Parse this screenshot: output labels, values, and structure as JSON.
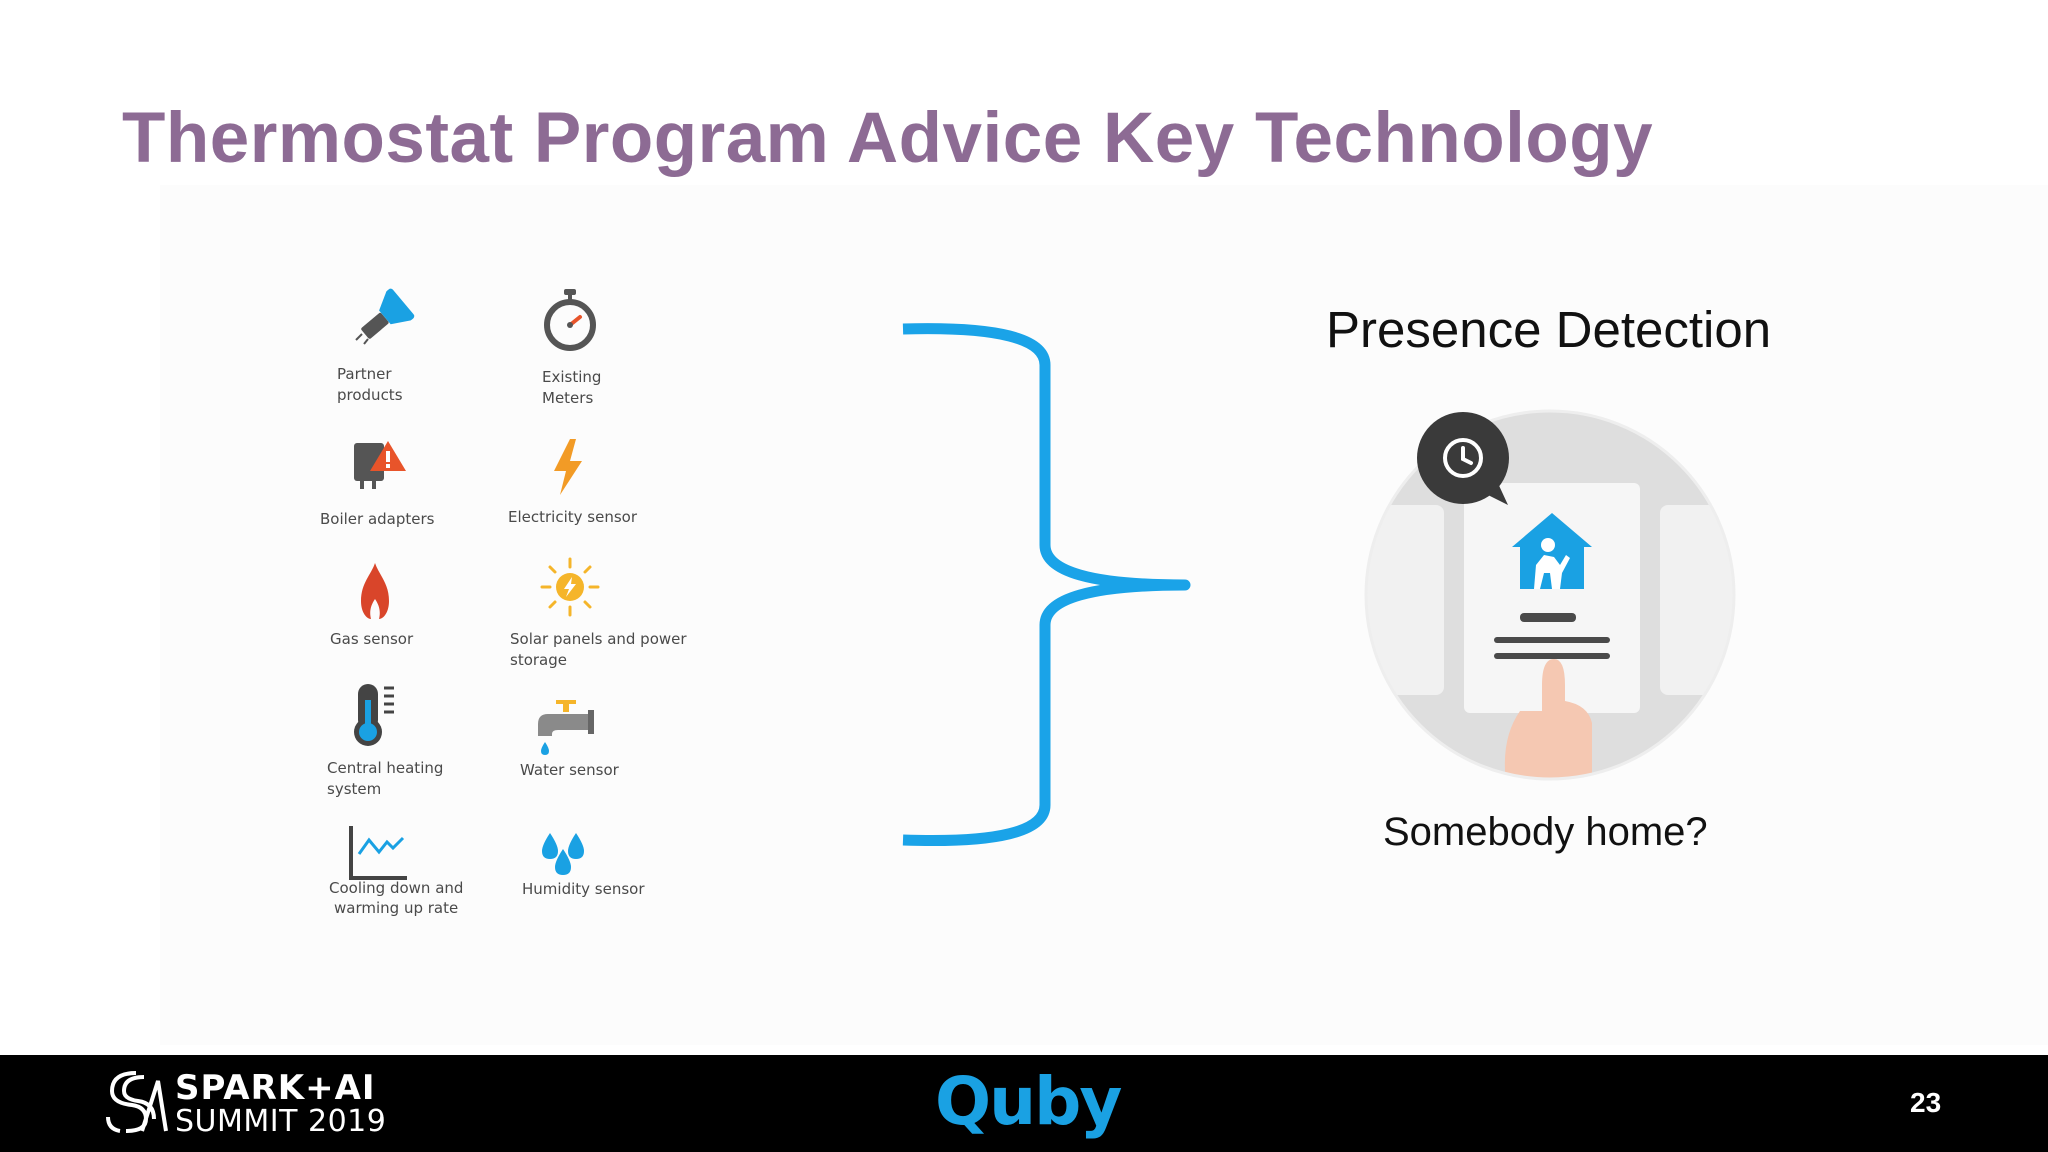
{
  "slide": {
    "title": "Thermostat Program Advice Key Technology",
    "page_number": "23"
  },
  "sensors": {
    "partner": {
      "line1": "Partner",
      "line2": "products",
      "icon": "flashlight-icon"
    },
    "meters": {
      "line1": "Existing",
      "line2": "Meters",
      "icon": "stopwatch-icon"
    },
    "boiler": {
      "line1": "Boiler adapters",
      "icon": "boiler-warning-icon"
    },
    "electricity": {
      "line1": "Electricity sensor",
      "icon": "lightning-icon"
    },
    "gas": {
      "line1": "Gas sensor",
      "icon": "flame-icon"
    },
    "solar": {
      "line1": "Solar panels and power",
      "line2": "storage",
      "icon": "sun-icon"
    },
    "heating": {
      "line1": "Central heating",
      "line2": "system",
      "icon": "thermometer-icon"
    },
    "water": {
      "line1": "Water sensor",
      "icon": "faucet-icon"
    },
    "cooling": {
      "line1": "Cooling down and",
      "line2": "warming up rate",
      "icon": "graph-icon"
    },
    "humidity": {
      "line1": "Humidity sensor",
      "icon": "water-drops-icon"
    }
  },
  "presence": {
    "title": "Presence Detection",
    "subtitle": "Somebody home?"
  },
  "footer": {
    "summit_line1": "SPARK+AI",
    "summit_line2": "SUMMIT 2019",
    "brand": "Quby"
  },
  "colors": {
    "title": "#8d6b94",
    "accent_blue": "#1aa1e3",
    "brace_blue": "#1aa3e8",
    "orange": "#f29b26",
    "red": "#d9452a",
    "footer_bg": "#000000"
  }
}
